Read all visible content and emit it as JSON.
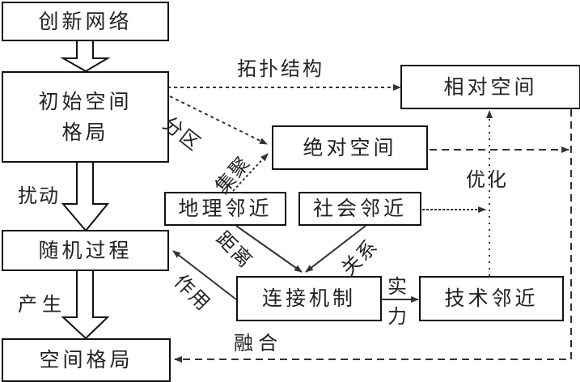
{
  "nodes": {
    "innovation_network": "创新网络",
    "initial_pattern": "初始空间格局",
    "random_process": "随机过程",
    "spatial_pattern": "空间格局",
    "relative_space": "相对空间",
    "absolute_space": "绝对空间",
    "geo_proximity": "地理邻近",
    "social_proximity": "社会邻近",
    "connection_mechanism": "连接机制",
    "tech_proximity": "技术邻近"
  },
  "edge_labels": {
    "topology": "拓扑结构",
    "partition": "分区",
    "agglomeration": "集聚",
    "disturbance": "扰动",
    "generate": "产生",
    "optimize": "优化",
    "distance": "距离",
    "relation": "关系",
    "effect": "作用",
    "strength_1": "实",
    "strength_2": "力",
    "fusion": "融合"
  },
  "colors": {
    "line": "#333333",
    "border": "#111111",
    "text": "#222222"
  }
}
